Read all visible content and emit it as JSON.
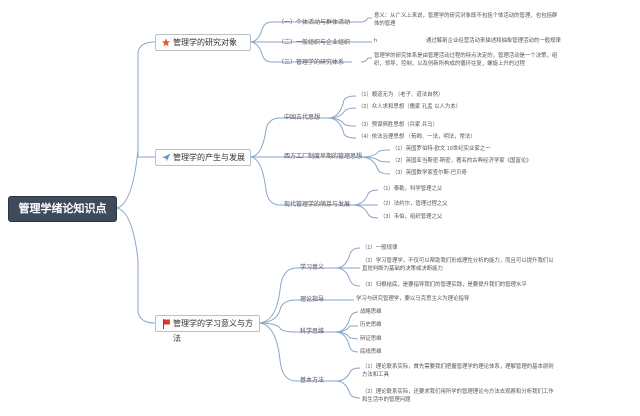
{
  "root": "管理学绪论知识点",
  "branch1": {
    "title": "管理学的研究对象",
    "icon": "star-icon",
    "color": "#e05a2b",
    "items": [
      {
        "label": "（一）个体活动与群体活动",
        "detail": [
          "意义：从广义上来说，管理学的研究对象既不包括个体活动的管理，也包括群",
          "体的管理"
        ]
      },
      {
        "label": "（二）一般组织与企业组织",
        "h": "h",
        "detail": [
          "通过解剖企业经营活动来描述和抽象管理活动的一般规律"
        ]
      },
      {
        "label": "（三）管理学的研究体系",
        "detail": [
          "管理学的研究体系是由管理活动过程的特点决定的，管理活动是一个决策，组",
          "织，领导，控制，以及创新所构成的循环往复，螺旋上升的过程"
        ]
      }
    ]
  },
  "branch2": {
    "title": "管理学的产生与发展",
    "icon": "paper-plane-icon",
    "color": "#6a9fd4",
    "groups": [
      {
        "label": "中国古代思想",
        "items": [
          "（1）顺道无为 （老子、道法自然）",
          "（2）众人求和思想（儒家 孔孟 以人为本）",
          "（3）预谋俱胜思想（兵家 兵马）",
          "（4）依法治理思想 （荀卿、一法，明法，常法）"
        ]
      },
      {
        "label": "西方工厂制度早期的管理思想",
        "items": [
          "（1）英国罗伯特-欧文 19世纪实业家之一",
          "（2）英国亚当斯密-斯密，著名的古典经济学家《国富论》",
          "（3）英国数学家查尔斯-巴贝奇"
        ]
      },
      {
        "label": "现代管理学的萌芽与发展",
        "items": [
          "（1）泰勒，科学管理之父",
          "（2）法约尔，管理过程之父",
          "（3）韦伯，组织管理之父"
        ]
      }
    ]
  },
  "branch3": {
    "title": "管理学的学习意义与方法",
    "icon": "flag-icon",
    "color": "#d93a2f",
    "groups": [
      {
        "label": "学习意义",
        "items": [
          [
            "（1）一般规律"
          ],
          [
            "（2）学习管理学，不仅可以帮助我们形成理性分析的能力，而且可以提升我们以",
            "直觉判断为基础的决策或决断能力"
          ],
          [
            "（3）归根结底，是要指导我们的管理实践，是要提升我们的管理水平"
          ]
        ]
      },
      {
        "label": "理论指导",
        "items": [
          [
            "学习与研究管理学，要以马克思主义为理论指导"
          ]
        ]
      },
      {
        "label": "科学思维",
        "items": [
          [
            "战略思维"
          ],
          [
            "历史思维"
          ],
          [
            "辩证思维"
          ],
          [
            "底线思维"
          ]
        ]
      },
      {
        "label": "基本方法",
        "items": [
          [
            "（1）理论联系实际，首先需要我们把握管理学的理论体系，理解管理的基本原则",
            "方法和工具"
          ],
          [
            "（2）理论联系实际，还要求我们用所学的管理理论与方法去观察和分析我们工作",
            "和生活中的管理问题"
          ]
        ]
      }
    ]
  }
}
